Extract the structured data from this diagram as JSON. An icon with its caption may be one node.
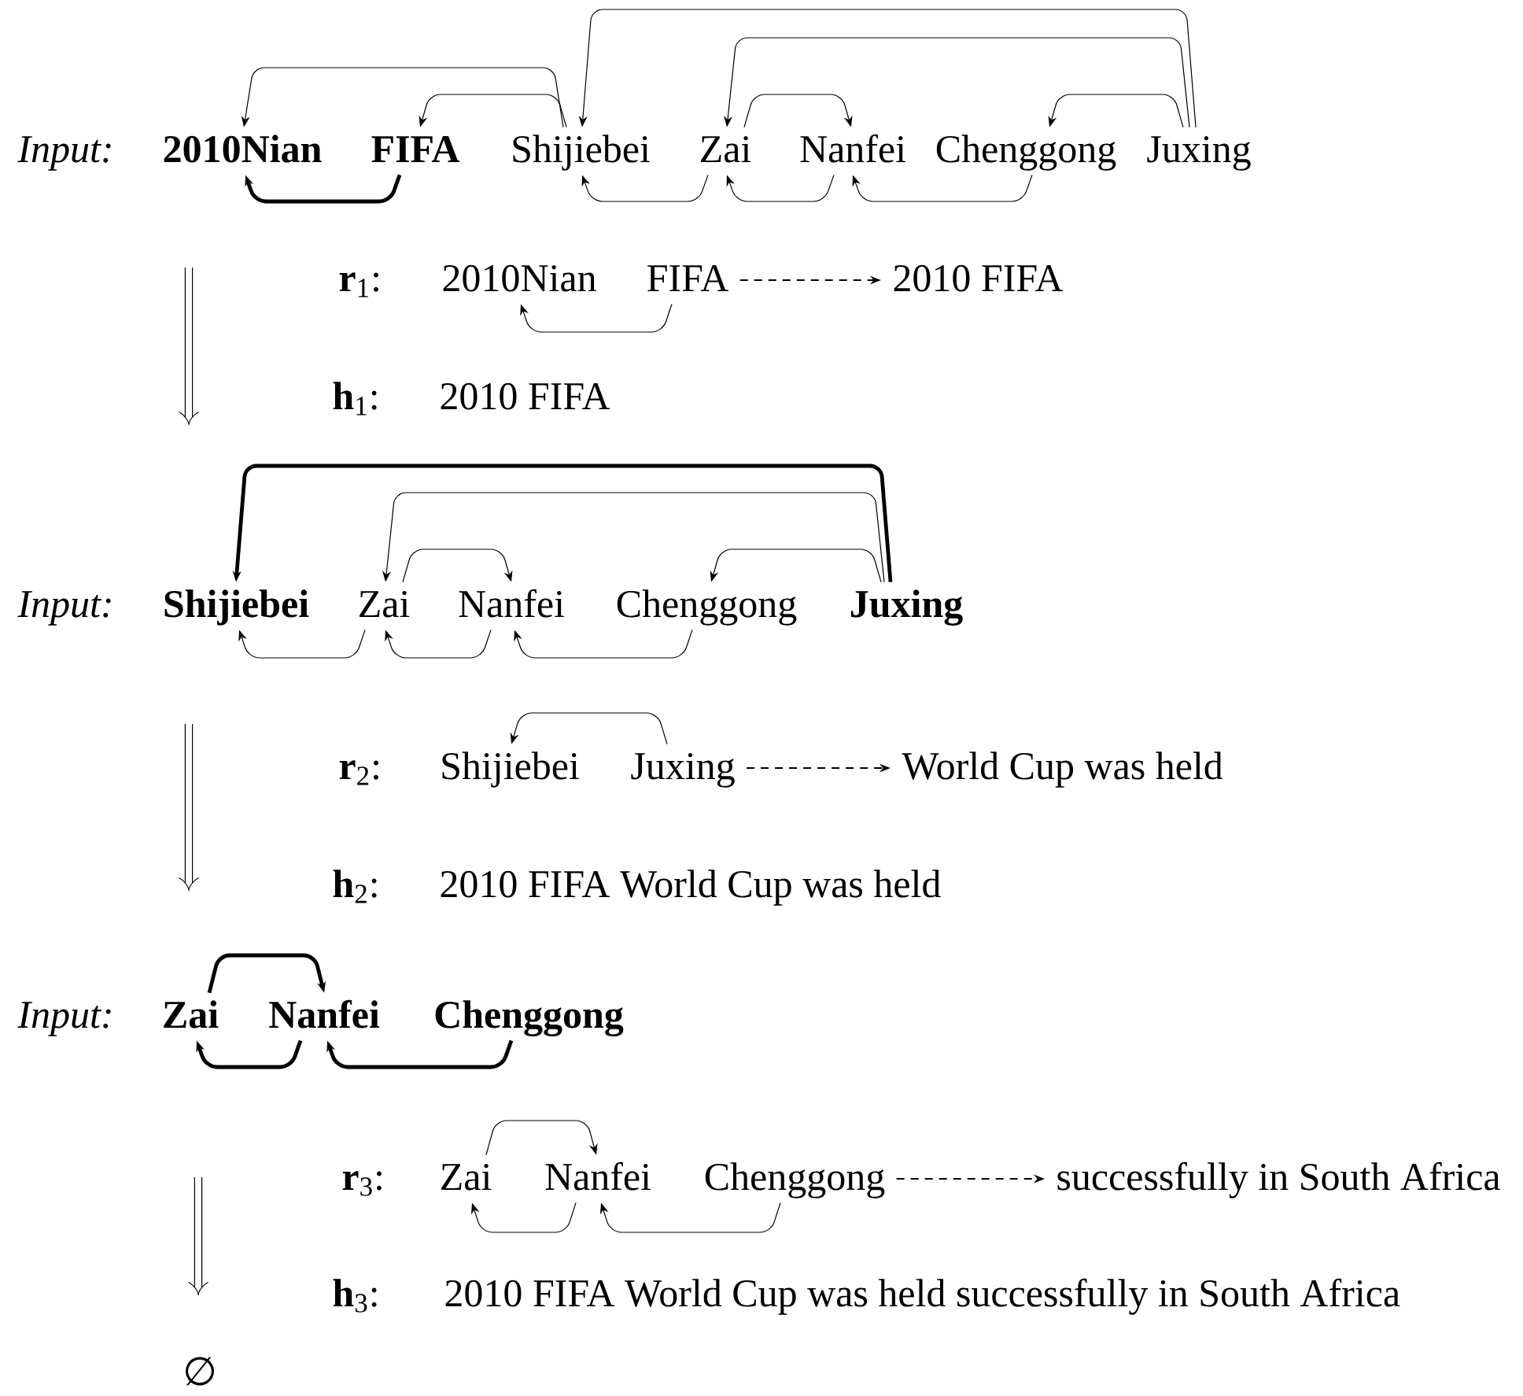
{
  "diagram": {
    "nodes": [
      {
        "text": [
          "2010Nian"
        ]
      },
      {
        "text": [
          "FIFA"
        ]
      },
      {
        "text": [
          "Shijiebei"
        ]
      },
      {
        "text": [
          "Zai"
        ]
      },
      {
        "text": [
          "Nanfei"
        ]
      },
      {
        "text": [
          "Chenggong"
        ]
      },
      {
        "text": [
          "Juxing"
        ]
      },
      {
        "text": [
          "2010Nian"
        ]
      },
      {
        "text": [
          "FIFA"
        ]
      },
      {
        "text": [
          "2010 FIFA"
        ]
      },
      {
        "text": [
          "Shijiebei"
        ]
      },
      {
        "text": [
          "Zai"
        ]
      },
      {
        "text": [
          "Nanfei"
        ]
      },
      {
        "text": [
          "Chenggong"
        ]
      },
      {
        "text": [
          "Juxing"
        ]
      },
      {
        "text": [
          "Shijiebei"
        ]
      },
      {
        "text": [
          "Juxing"
        ]
      },
      {
        "text": [
          "World Cup was held"
        ]
      },
      {
        "text": [
          "Zai"
        ]
      },
      {
        "text": [
          "Nanfei"
        ]
      },
      {
        "text": [
          "Chenggong"
        ]
      },
      {
        "text": [
          "Zai"
        ]
      },
      {
        "text": [
          "Nanfei"
        ]
      },
      {
        "text": [
          "Chenggong"
        ]
      },
      {
        "text": [
          "successfully in South Africa"
        ]
      }
    ],
    "edges": [
      {
        "from": 2,
        "to": 0,
        "arrow": "to"
      },
      {
        "from": 2,
        "to": 1,
        "arrow": "to"
      },
      {
        "from": 6,
        "to": 2,
        "arrow": "to"
      },
      {
        "from": 6,
        "to": 3,
        "arrow": "to"
      },
      {
        "from": 3,
        "to": 4,
        "arrow": "to"
      },
      {
        "from": 6,
        "to": 5,
        "arrow": "to"
      },
      {
        "from": 1,
        "to": 0,
        "arrow": "to",
        "style": "thick"
      },
      {
        "from": 3,
        "to": 2,
        "arrow": "to"
      },
      {
        "from": 4,
        "to": 3,
        "arrow": "to"
      },
      {
        "from": 5,
        "to": 4,
        "arrow": "to"
      },
      {
        "from": 8,
        "to": 7,
        "arrow": "to"
      },
      {
        "from": 8,
        "to": 9,
        "arrow": "to",
        "style": "dashed"
      },
      {
        "from": 14,
        "to": 10,
        "arrow": "to",
        "style": "thick"
      },
      {
        "from": 14,
        "to": 11,
        "arrow": "to"
      },
      {
        "from": 11,
        "to": 12,
        "arrow": "to"
      },
      {
        "from": 14,
        "to": 13,
        "arrow": "to"
      },
      {
        "from": 11,
        "to": 10,
        "arrow": "to"
      },
      {
        "from": 12,
        "to": 11,
        "arrow": "to"
      },
      {
        "from": 13,
        "to": 12,
        "arrow": "to"
      },
      {
        "from": 16,
        "to": 15,
        "arrow": "to"
      },
      {
        "from": 16,
        "to": 17,
        "arrow": "to",
        "style": "dashed"
      },
      {
        "from": 18,
        "to": 19,
        "arrow": "to",
        "style": "thick"
      },
      {
        "from": 19,
        "to": 18,
        "arrow": "to",
        "style": "thick"
      },
      {
        "from": 20,
        "to": 19,
        "arrow": "to",
        "style": "thick"
      },
      {
        "from": 21,
        "to": 22,
        "arrow": "to"
      },
      {
        "from": 22,
        "to": 21,
        "arrow": "to"
      },
      {
        "from": 23,
        "to": 22,
        "arrow": "to"
      },
      {
        "from": 23,
        "to": 24,
        "arrow": "to",
        "style": "dashed"
      }
    ],
    "labels": [
      "Input:",
      "**r**$_{1}$:",
      "**h**$_{1}$:",
      "2010 FIFA",
      "Input:",
      "**r**$_{2}$:",
      "**h**$_{2}$:",
      "2010 FIFA World Cup was held",
      "Input:",
      "**r**$_{3}$:",
      "**h**$_{3}$:",
      "2010 FIFA World Cup was held successfully in South Africa",
      "∅"
    ]
  }
}
